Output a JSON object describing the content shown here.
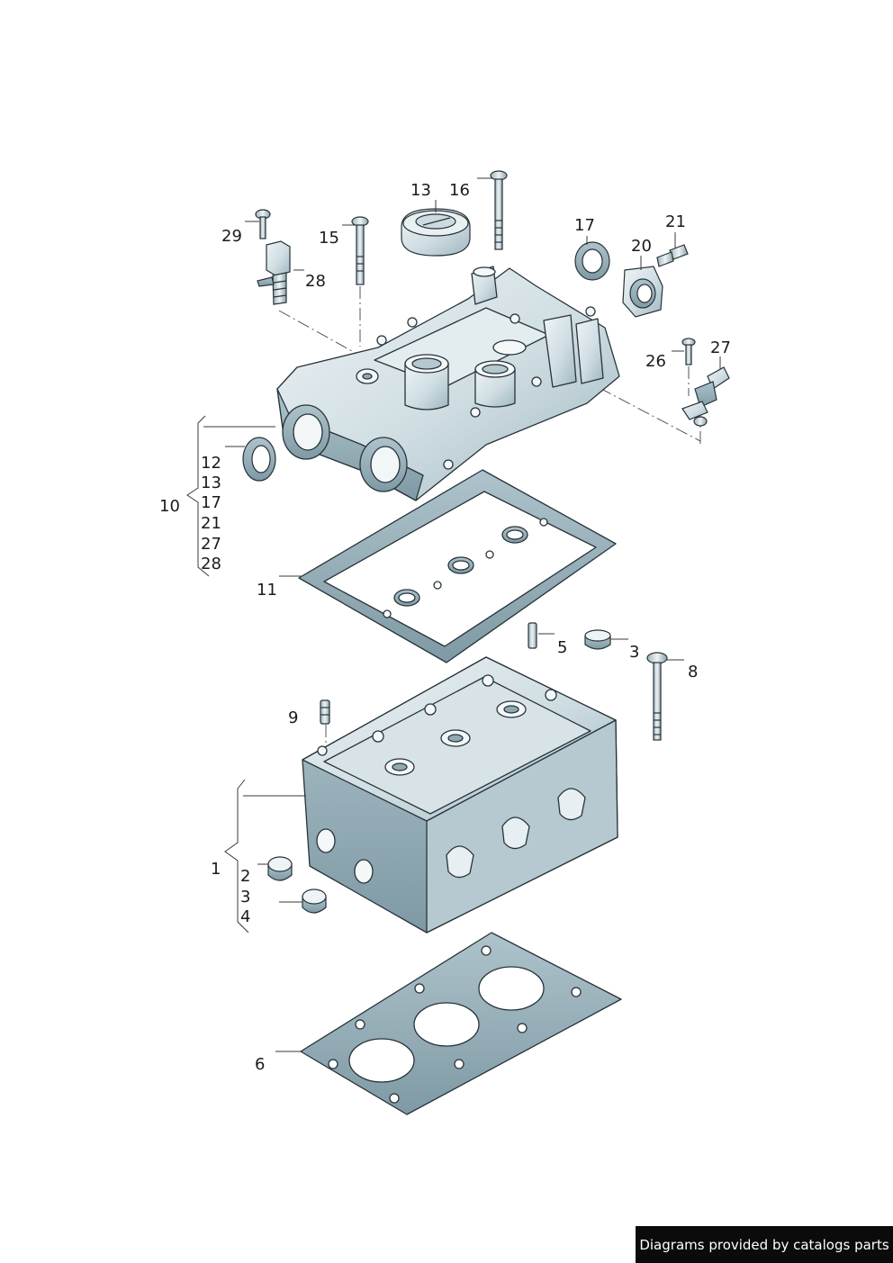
{
  "callouts": {
    "n1": "1",
    "n2": "2",
    "n3a": "3",
    "n3b": "3",
    "n4": "4",
    "n5": "5",
    "n6": "6",
    "n8": "8",
    "n9": "9",
    "n10": "10",
    "n11": "11",
    "n12": "12",
    "n13a": "13",
    "n13b": "13",
    "n15": "15",
    "n16": "16",
    "n17a": "17",
    "n17b": "17",
    "n20": "20",
    "n21a": "21",
    "n21b": "21",
    "n26": "26",
    "n27a": "27",
    "n27b": "27",
    "n28a": "28",
    "n28b": "28",
    "n29": "29"
  },
  "credit": "Diagrams provided by catalogs parts",
  "colors": {
    "part_fill": "#dbe6ea",
    "part_shade": "#b9ccd3",
    "part_dark": "#8fa9b3",
    "line": "#27333a",
    "leader": "#3a3a3a"
  }
}
